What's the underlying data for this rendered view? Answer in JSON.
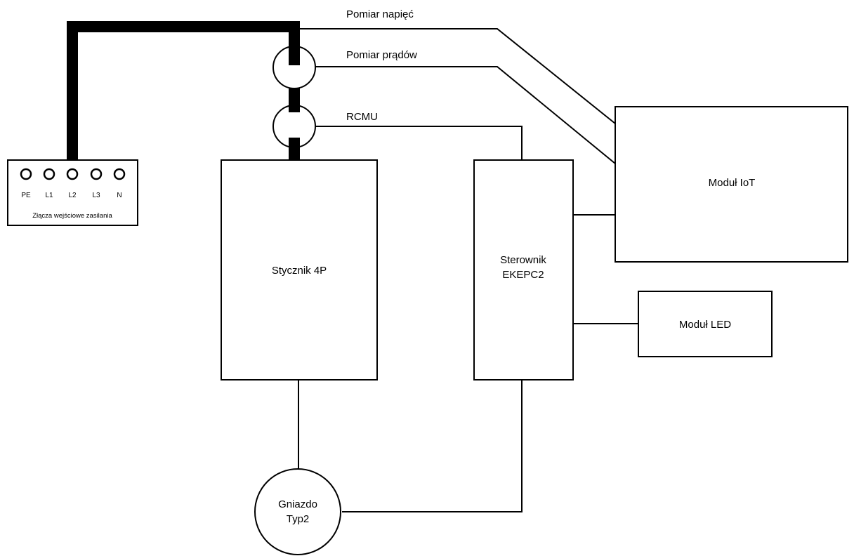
{
  "diagram": {
    "terminal_block": {
      "pins": [
        "PE",
        "L1",
        "L2",
        "L3",
        "N"
      ],
      "caption": "Złącza wejściowe zasilania"
    },
    "labels": {
      "voltage_measurement": "Pomiar napięć",
      "current_measurement": "Pomiar prądów",
      "rcmu": "RCMU"
    },
    "blocks": {
      "contactor": "Stycznik 4P",
      "controller_line1": "Sterownik",
      "controller_line2": "EKEPC2",
      "iot_module": "Moduł IoT",
      "led_module": "Moduł LED"
    },
    "socket": {
      "line1": "Gniazdo",
      "line2": "Typ2"
    },
    "colors": {
      "stroke": "#000000",
      "background": "#ffffff"
    }
  }
}
